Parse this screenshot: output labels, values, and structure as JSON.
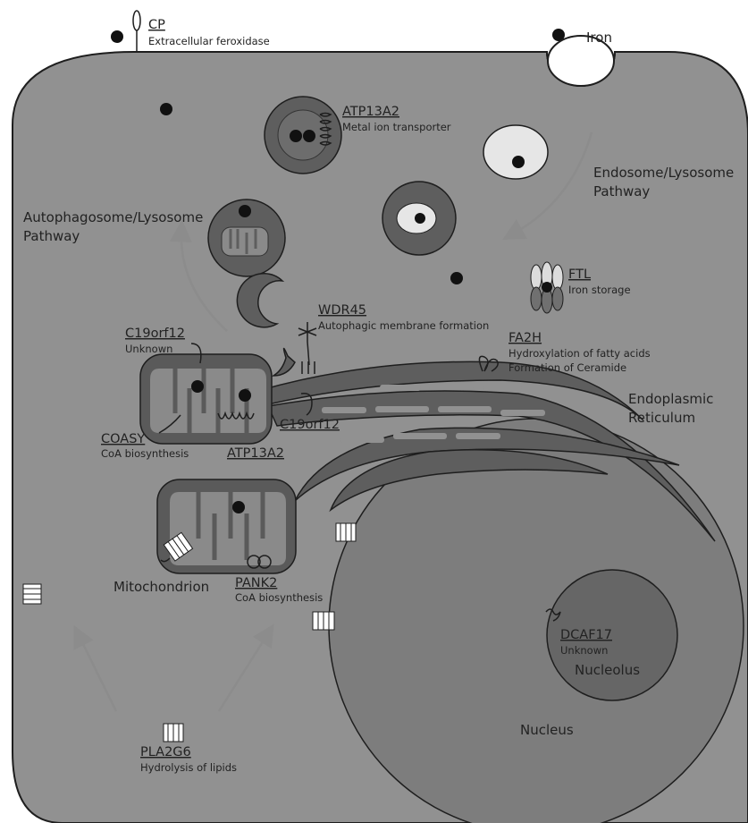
{
  "labels": {
    "cp": {
      "gene": "CP",
      "desc": "Extracellular feroxidase"
    },
    "iron": "Iron",
    "atp13a2_top": {
      "gene": "ATP13A2",
      "desc": "Metal ion transporter"
    },
    "endosome_pathway": [
      "Endosome/Lysosome",
      "Pathway"
    ],
    "autophagosome_pathway": [
      "Autophagosome/Lysosome",
      "Pathway"
    ],
    "ftl": {
      "gene": "FTL",
      "desc": "Iron storage"
    },
    "wdr45": {
      "gene": "WDR45",
      "desc": "Autophagic membrane formation"
    },
    "fa2h": {
      "gene": "FA2H",
      "desc1": "Hydroxylation of fatty acids",
      "desc2": "Formation of Ceramide"
    },
    "c19orf12_top": {
      "gene": "C19orf12",
      "desc": "Unknown"
    },
    "er": [
      "Endoplasmic",
      "Reticulum"
    ],
    "c19orf12_er": "C19orf12",
    "coasy": {
      "gene": "COASY",
      "desc": "CoA biosynthesis"
    },
    "atp13a2_mito": "ATP13A2",
    "mitochondrion": "Mitochondrion",
    "pank2": {
      "gene": "PANK2",
      "desc": "CoA biosynthesis"
    },
    "dcaf17": {
      "gene": "DCAF17",
      "desc": "Unknown"
    },
    "nucleolus": "Nucleolus",
    "nucleus": "Nucleus",
    "pla2g6": {
      "gene": "PLA2G6",
      "desc": "Hydrolysis of lipids"
    }
  },
  "colors": {
    "cell": "#919191",
    "outline": "#1e1e1e",
    "dark_organelle": "#5a5a5a",
    "mito_inner": "#8a8a8a",
    "nucleus": "#7d7d7d",
    "nucleolus": "#666666",
    "arrow": "#8c8c8c",
    "iron": "#111111"
  }
}
